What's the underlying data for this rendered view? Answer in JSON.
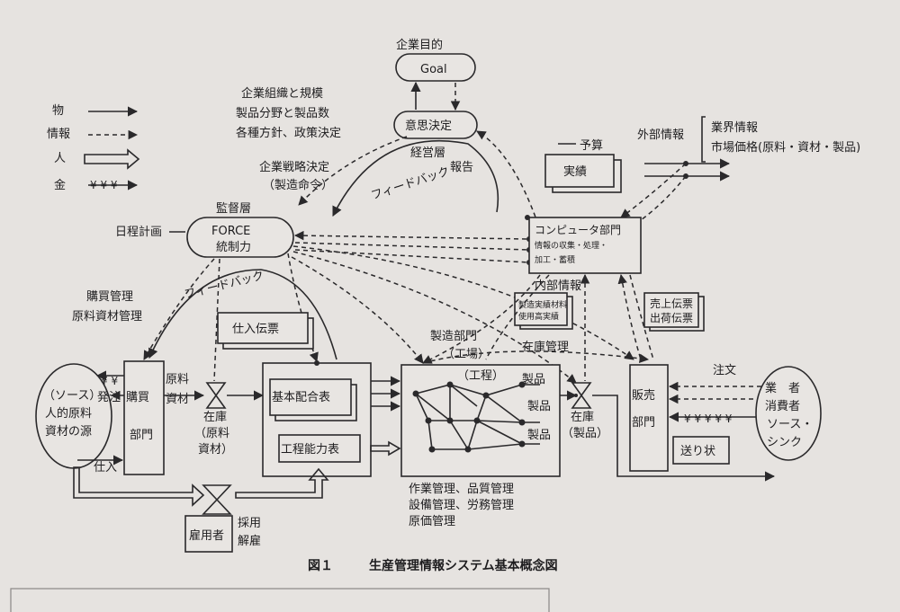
{
  "legend": {
    "goods": "物",
    "info": "情報",
    "people": "人",
    "money": "金"
  },
  "goal": {
    "title": "企業目的",
    "label": "Goal"
  },
  "decision": {
    "label": "意思決定",
    "layer": "経営層"
  },
  "policy": {
    "line1": "企業組織と規模",
    "line2": "製品分野と製品数",
    "line3": "各種方針、政策決定",
    "line4": "企業戦略決定",
    "line5": "（製造命令）"
  },
  "feedback_top": "フィードバック",
  "feedback_left": "フィードバック",
  "report": "報告",
  "supervisor": {
    "layer": "監督層",
    "line1": "FORCE",
    "line2": "統制力"
  },
  "schedule": "日程計画",
  "purchase_mgmt": {
    "line1": "購買管理",
    "line2": "原料資材管理"
  },
  "budget": {
    "label": "予算",
    "actual": "実績"
  },
  "external": {
    "label": "外部情報",
    "line1": "業界情報",
    "line2": "市場価格(原料・資材・製品)"
  },
  "computer": {
    "line1": "コンピュータ部門",
    "line2": "情報の収集・処理・",
    "line3": "加工・蓄積"
  },
  "internal_info": "内部情報",
  "doc_usage": {
    "line1": "製造実績材料",
    "line2": "使用高実績"
  },
  "doc_sales": {
    "line1": "売上伝票",
    "line2": "出荷伝票"
  },
  "purchase_slip": "仕入伝票",
  "source": {
    "line1": "（ソース）",
    "line2": "人的原料",
    "line3": "資材の源"
  },
  "order_out": "発注",
  "intake": "仕入",
  "money_marks": "¥ ¥",
  "money_marks_right": "¥ ¥ ¥ ¥ ¥",
  "money_marks_legend": "¥ ¥ ¥",
  "purchase_dept": {
    "line1": "購買",
    "line2": "部門"
  },
  "materials": {
    "line1": "原料",
    "line2": "資材"
  },
  "raw_stock": {
    "line1": "在庫",
    "line2": "（原料",
    "line3": "資材）"
  },
  "base_table": "基本配合表",
  "capacity_table": "工程能力表",
  "factory": {
    "line1": "製造部門",
    "line2": "（工場）",
    "process": "（工程）"
  },
  "products": {
    "p1": "製品",
    "p2": "製品",
    "p3": "製品"
  },
  "stock_mgmt": "在庫管理",
  "product_stock": {
    "line1": "在庫",
    "line2": "（製品）"
  },
  "sales_dept": {
    "line1": "販売",
    "line2": "部門"
  },
  "order_in": "注文",
  "waybill": "送り状",
  "customer": {
    "line1": "業　者",
    "line2": "消費者",
    "line3": "ソース・",
    "line4": "シンク"
  },
  "employer": {
    "label": "雇用者",
    "hire": "採用",
    "fire": "解雇"
  },
  "management": {
    "line1": "作業管理、品質管理",
    "line2": "設備管理、労務管理",
    "line3": "原価管理"
  },
  "caption": {
    "num": "図１",
    "title": "生産管理情報システム基本概念図"
  }
}
